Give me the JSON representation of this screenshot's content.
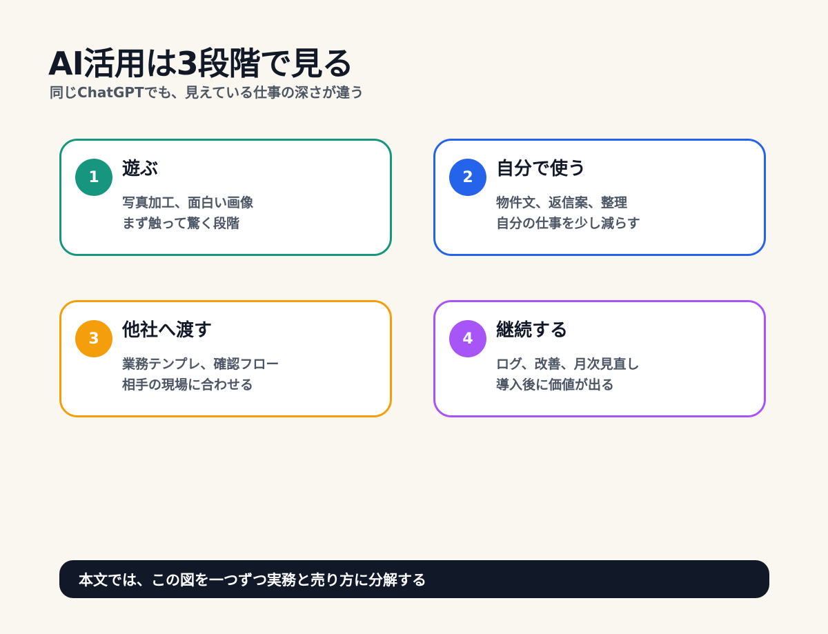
{
  "header": {
    "title": "AI活用は3段階で見る",
    "subtitle": "同じChatGPTでも、見えている仕事の深さが違う"
  },
  "cards": [
    {
      "number": "1",
      "title": "遊ぶ",
      "line1": "写真加工、面白い画像",
      "line2": "まず触って驚く段階",
      "color": "#16967f"
    },
    {
      "number": "2",
      "title": "自分で使う",
      "line1": "物件文、返信案、整理",
      "line2": "自分の仕事を少し減らす",
      "color": "#2563eb"
    },
    {
      "number": "3",
      "title": "他社へ渡す",
      "line1": "業務テンプレ、確認フロー",
      "line2": "相手の現場に合わせる",
      "color": "#f59e0b"
    },
    {
      "number": "4",
      "title": "継続する",
      "line1": "ログ、改善、月次見直し",
      "line2": "導入後に価値が出る",
      "color": "#a855f7"
    }
  ],
  "footer": {
    "text": "本文では、この図を一つずつ実務と売り方に分解する"
  }
}
